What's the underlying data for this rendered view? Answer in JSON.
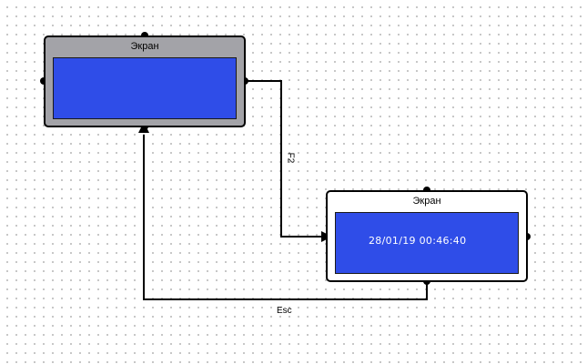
{
  "nodes": [
    {
      "title": "Экран",
      "screen_text": ""
    },
    {
      "title": "Экран",
      "screen_text": "28/01/19 00:46:40"
    }
  ],
  "edges": [
    {
      "label": "F2",
      "from": "node-1",
      "to": "node-2"
    },
    {
      "label": "Esc",
      "from": "node-2",
      "to": "node-1"
    }
  ],
  "colors": {
    "node_active_bg": "#a3a3a8",
    "node_bg": "#ffffff",
    "screen": "#2f4de8",
    "wire": "#000000"
  }
}
